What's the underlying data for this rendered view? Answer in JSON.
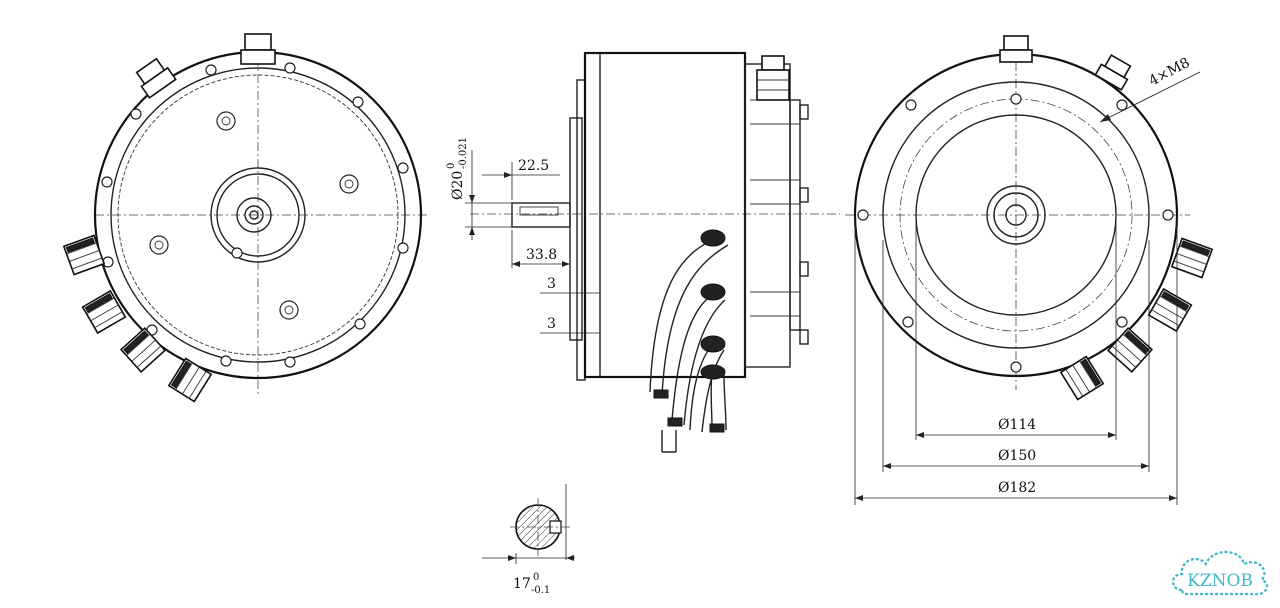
{
  "dimensions": {
    "shaft_step_length": "22.5",
    "shaft_length": "33.8",
    "flange_step_a": "3",
    "flange_step_b": "3",
    "shaft_diameter": "Ø20",
    "shaft_diameter_tol_upper": "0",
    "shaft_diameter_tol_lower": "-0.021",
    "bolt_circle": "Ø114",
    "inner_diameter": "Ø150",
    "outer_diameter": "Ø182",
    "thread_callout": "4×M8",
    "key_width": "17",
    "key_width_tol_upper": "0",
    "key_width_tol_lower": "-0.1"
  },
  "logo": {
    "text": "KZNOB",
    "color": "#3fb8c6"
  },
  "colors": {
    "line": "#222222",
    "background": "#ffffff"
  }
}
